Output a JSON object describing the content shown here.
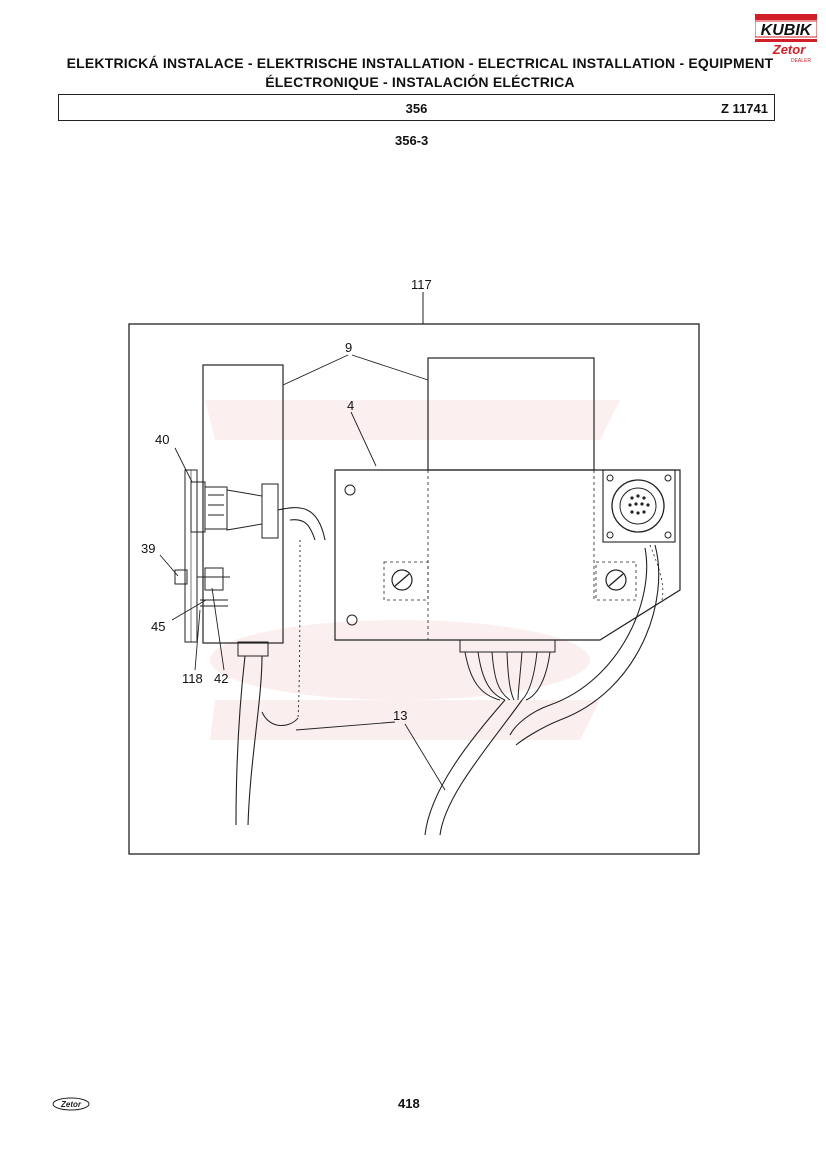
{
  "header": {
    "title_line1": "ELEKTRICKÁ INSTALACE - ELEKTRISCHE INSTALLATION - ELECTRICAL INSTALLATION - EQUIPMENT",
    "title_line2": "ÉLECTRONIQUE - INSTALACIÓN ELÉCTRICA",
    "section": "356",
    "code": "Z 11741",
    "subsection": "356-3"
  },
  "logo": {
    "brand": "KUBIK",
    "sub": "Zetor",
    "tag": "DEALER",
    "color": "#d2202a"
  },
  "diagram": {
    "callouts": {
      "c117": "117",
      "c9": "9",
      "c4": "4",
      "c40": "40",
      "c39": "39",
      "c45": "45",
      "c118": "118",
      "c42": "42",
      "c13": "13"
    }
  },
  "footer": {
    "page_number": "418",
    "logo_text": "Zetor"
  }
}
